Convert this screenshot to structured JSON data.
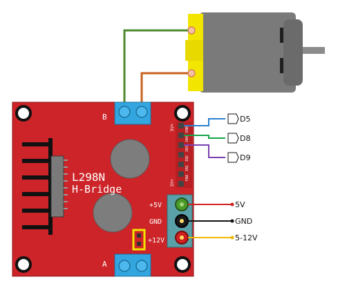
{
  "board": {
    "chip_name": "L298N",
    "chip_subtitle": "H-Bridge",
    "terminal_top_label": "B",
    "terminal_bottom_label": "A",
    "power_labels": [
      "+5V",
      "GND",
      "+12V"
    ],
    "header_top_label": "5V+",
    "header_bottom_label": "5V+",
    "header_pin_labels": [
      "ENB",
      "IN4",
      "IN3",
      "IN2",
      "IN1",
      "ENA"
    ]
  },
  "signals": {
    "d5": "D5",
    "d8": "D8",
    "d9": "D9"
  },
  "power": {
    "v5": "5V",
    "gnd": "GND",
    "v12": "5-12V"
  },
  "colors": {
    "board": "#cc2428",
    "terminal": "#33a6e0",
    "motor_body": "#7a7a7a",
    "motor_cap": "#f2e600",
    "wire_green": "#4e8a2d",
    "wire_orange": "#c7601e",
    "wire_blue": "#2a7fd0",
    "wire_teal": "#16a34a",
    "wire_purple": "#7a3fb0",
    "wire_red": "#d11f1f",
    "wire_yellow": "#f2b600"
  }
}
